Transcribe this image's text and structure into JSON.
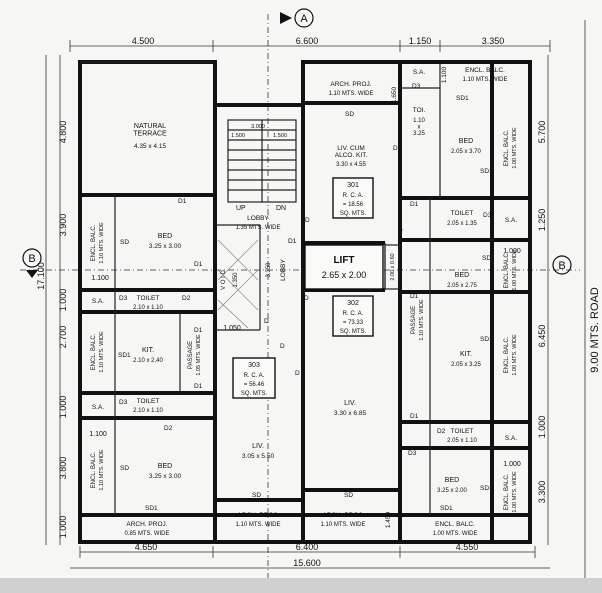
{
  "axis": {
    "top": "A",
    "left": "B",
    "right": "B"
  },
  "road": "9.00 MTS. ROAD",
  "dims_top": [
    "4.500",
    "6.600",
    "1.150",
    "3.350"
  ],
  "dims_bottom": [
    "4.650",
    "6.400",
    "4.550"
  ],
  "dim_total_width": "15.600",
  "dims_left": [
    "4.800",
    "3.900",
    "1.000",
    "2.700",
    "1.000",
    "3.800",
    "1.000"
  ],
  "dim_total_height": "17.100",
  "dims_right": [
    "5.700",
    "1.250",
    "6.450",
    "1.000",
    "3.300"
  ],
  "dims_inner": [
    "1.650",
    "1.100",
    "1.100",
    "1.000",
    "1.050",
    "1.100",
    "1.000",
    "1.450",
    "3.350",
    "3.000",
    "1.500",
    "1.500"
  ],
  "rooms": {
    "natural_terrace": {
      "name": "NATURAL\nTERRACE",
      "size": "4.35 x 4.15"
    },
    "bed_left_top": {
      "name": "BED",
      "size": "3.25 x 3.00"
    },
    "encl_balc_left_top": {
      "name": "ENCL. BALC.",
      "size": "1.10 MTS. WIDE"
    },
    "toilet_left_top": {
      "name": "TOILET",
      "size": "2.10 x 1.10"
    },
    "sa_left_top": {
      "name": "S.A."
    },
    "encl_balc_left_mid": {
      "name": "ENCL. BALC.",
      "size": "1.10 MTS. WIDE"
    },
    "kit_left": {
      "name": "KIT.",
      "size": "2.10 x 2.40"
    },
    "passage_left": {
      "name": "PASSAGE",
      "size": "1.05 MTS. WIDE"
    },
    "sa_left_bottom": {
      "name": "S.A."
    },
    "toilet_left_bottom": {
      "name": "TOILET",
      "size": "2.10 x 1.10"
    },
    "encl_balc_left_bottom": {
      "name": "ENCL. BALC.",
      "size": "1.10 MTS. WIDE"
    },
    "bed_left_bottom": {
      "name": "BED",
      "size": "3.25 x 3.00"
    },
    "arch_proj_bottom_left": {
      "name": "ARCH. PROJ.",
      "size": "0.85 MTS. WIDE"
    },
    "arch_proj_bottom_mid": {
      "name": "ARCH. PROJ.",
      "size": "1.10 MTS. WIDE"
    },
    "arch_proj_bottom_right": {
      "name": "ARCH. PROJ.",
      "size": "1.10 MTS. WIDE"
    },
    "liv_left": {
      "name": "LIV.",
      "size": "3.05 x 5.50"
    },
    "lobby_top": {
      "name": "LOBBY",
      "size": "1.35 MTS. WIDE"
    },
    "lobby_vertical": {
      "name": "LOBBY"
    },
    "void": {
      "name": "V O I D",
      "size": "1.350"
    },
    "lift": {
      "name": "LIFT",
      "size": "2.65 x 2.00"
    },
    "duct": {
      "size": "2.00 x 0.60"
    },
    "arch_proj_top": {
      "name": "ARCH. PROJ.",
      "size": "1.10 MTS. WIDE"
    },
    "liv_alco_kit": {
      "name": "LIV. CUM\nALCO. KIT.",
      "size": "3.30 x 4.55"
    },
    "toi_top": {
      "name": "TOI.",
      "size": "1.10\nx\n3.25"
    },
    "sa_top": {
      "name": "S.A."
    },
    "encl_balc_top": {
      "name": "ENCL. BALC.",
      "size": "1.10 MTS. WIDE"
    },
    "bed_right_top": {
      "name": "BED",
      "size": "2.05 x 3.70"
    },
    "encl_balc_right_top": {
      "name": "ENCL. BALC.",
      "size": "1.00 MTS. WIDE"
    },
    "toilet_right_top": {
      "name": "TOILET",
      "size": "2.05 x 1.35"
    },
    "sa_right_top": {
      "name": "S.A."
    },
    "bed_right_mid": {
      "name": "BED",
      "size": "2.05 x 2.75"
    },
    "encl_balc_right_mid": {
      "name": "ENCL. BALC.",
      "size": "1.00 MTS. WIDE"
    },
    "passage_right": {
      "name": "PASSAGE",
      "size": "1.10 MTS. WIDE"
    },
    "kit_right": {
      "name": "KIT.",
      "size": "2.05 x 3.25"
    },
    "encl_balc_right_kit": {
      "name": "ENCL. BALC.",
      "size": "1.00 MTS. WIDE"
    },
    "toilet_right_bottom": {
      "name": "TOILET",
      "size": "2.05 x 1.10"
    },
    "sa_right_bottom": {
      "name": "S.A."
    },
    "bed_right_bottom": {
      "name": "BED",
      "size": "3.25 x 2.00"
    },
    "encl_balc_right_bottom": {
      "name": "ENCL. BALC.",
      "size": "1.00 MTS. WIDE"
    },
    "encl_balc_bottom": {
      "name": "ENCL. BALC.",
      "size": "1.00 MTS. WIDE"
    },
    "liv_right": {
      "name": "LIV.",
      "size": "3.30 x 6.85"
    }
  },
  "flats": [
    {
      "number": "301",
      "label": "R. C. A.",
      "area": "= 18.56",
      "unit": "SQ. MTS."
    },
    {
      "number": "302",
      "label": "R. C. A.",
      "area": "= 73.33",
      "unit": "SQ. MTS."
    },
    {
      "number": "303",
      "label": "R. C. A.",
      "area": "= 56.46",
      "unit": "SQ. MTS."
    }
  ],
  "door_tags": [
    "D1",
    "SD",
    "D1",
    "D3",
    "D2",
    "SD1",
    "D1",
    "D3",
    "D2",
    "D1",
    "SD",
    "SD",
    "SD1",
    "D",
    "D",
    "D",
    "D",
    "D2",
    "D3",
    "SD1",
    "D1",
    "D3",
    "SD",
    "SD1",
    "D1",
    "D",
    "D1",
    "D2",
    "D3",
    "SD1",
    "SD1",
    "SD",
    "SD",
    "SD1",
    "D1",
    "D"
  ],
  "stair": {
    "up": "UP",
    "down": "DN"
  }
}
